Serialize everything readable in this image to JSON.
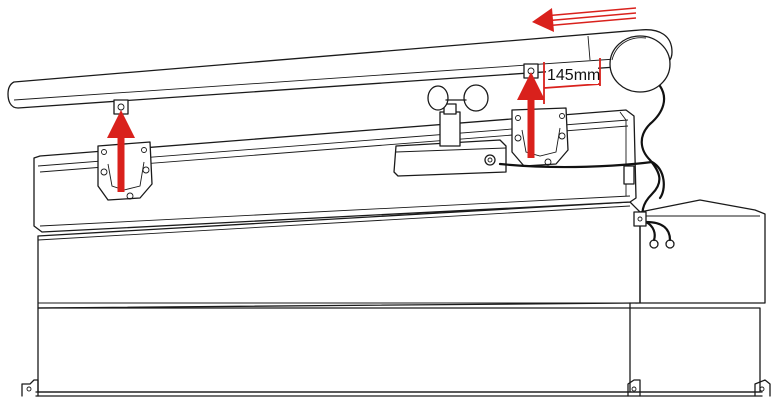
{
  "dimension": {
    "label": "145mm",
    "color": "#d9211c"
  },
  "colors": {
    "arrow": "#d9211c",
    "line": "#1a1a1a",
    "background": "#ffffff"
  },
  "arrows": [
    {
      "name": "lift-arrow-left",
      "direction": "up"
    },
    {
      "name": "lift-arrow-right",
      "direction": "up"
    },
    {
      "name": "slide-arrow-top",
      "direction": "left"
    }
  ]
}
